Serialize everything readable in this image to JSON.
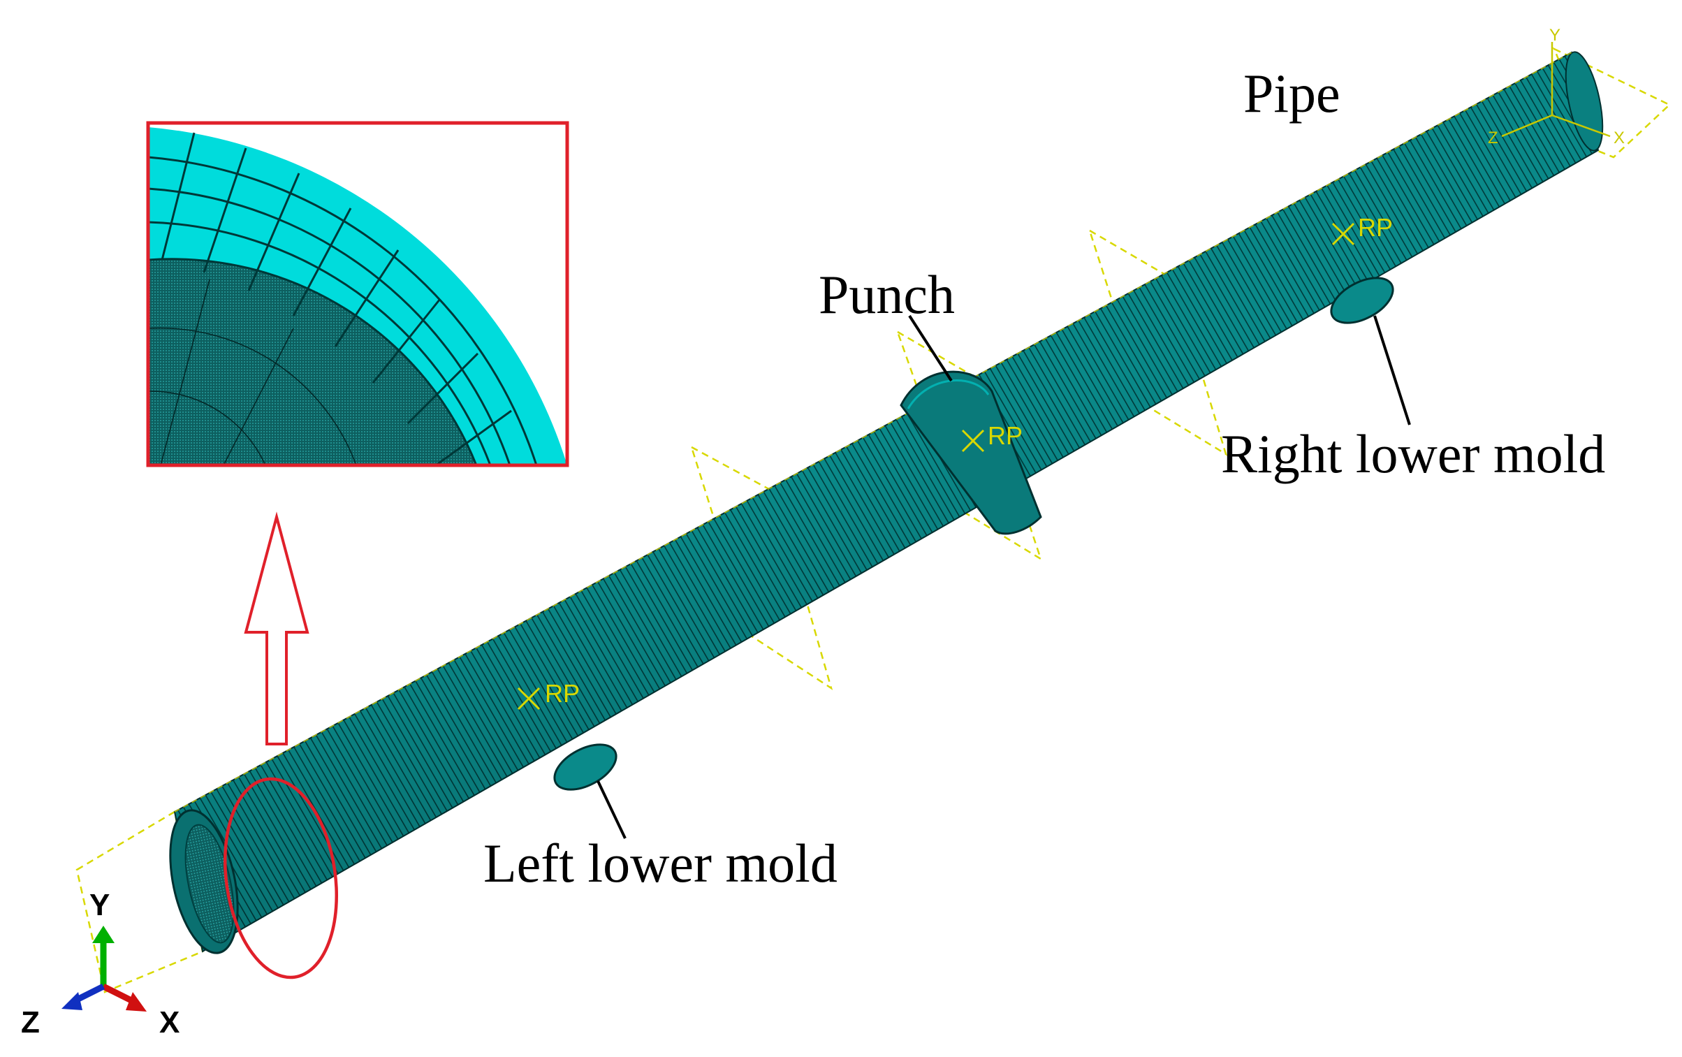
{
  "labels": {
    "pipe": "Pipe",
    "punch": "Punch",
    "right_lower_mold": "Right lower mold",
    "left_lower_mold": "Left lower mold"
  },
  "reference_points": [
    {
      "id": "rp-left",
      "text": "RP"
    },
    {
      "id": "rp-center",
      "text": "RP"
    },
    {
      "id": "rp-right",
      "text": "RP"
    }
  ],
  "triad": {
    "y": "Y",
    "z": "Z",
    "x": "X"
  },
  "mini_triad": {
    "y": "Y",
    "z": "Z",
    "x": "X"
  },
  "colors": {
    "mesh": "#008080",
    "mesh_dark": "#004c4c",
    "mesh_light": "#00e0e0",
    "callout": "#e0202a",
    "datum": "#d8d800",
    "axis_y": "#00b000",
    "axis_x": "#d01010",
    "axis_z": "#1030c0"
  }
}
